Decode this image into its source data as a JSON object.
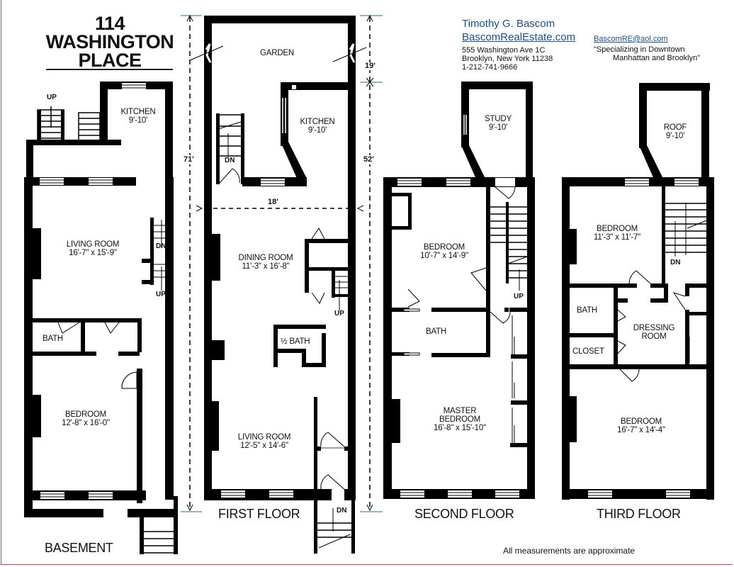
{
  "title": {
    "line1": "114",
    "line2": "WASHINGTON",
    "line3": "PLACE"
  },
  "agent": {
    "name": "Timothy G. Bascom",
    "website": "BascomRealEstate.com",
    "email": "BascomRE@aol.com",
    "address_line1": "555 Washington Ave 1C",
    "address_line2": "Brooklyn, New York 11238",
    "phone": "1-212-741-9666",
    "tagline_line1": "\"Specializing in Downtown",
    "tagline_line2": "Manhattan and Brooklyn\"",
    "brand_color": "#1a4f8a"
  },
  "floors": {
    "basement": {
      "label": "BASEMENT",
      "rooms": {
        "kitchen": {
          "name": "KITCHEN",
          "size": "9'-10'"
        },
        "living": {
          "name": "LIVING ROOM",
          "size": "16'-7\" x 15'-9\""
        },
        "bath": {
          "name": "BATH"
        },
        "bedroom": {
          "name": "BEDROOM",
          "size": "12'-8\" x 16'-0\""
        }
      },
      "stairs": {
        "up_top": "UP",
        "dn": "DN",
        "up": "UP"
      }
    },
    "first": {
      "label": "FIRST FLOOR",
      "rooms": {
        "garden": {
          "name": "GARDEN"
        },
        "kitchen": {
          "name": "KITCHEN",
          "size": "9'-10'"
        },
        "dining": {
          "name": "DINING ROOM",
          "size": "11'-3\" x 16'-8\""
        },
        "half_bath": {
          "name": "½ BATH"
        },
        "living": {
          "name": "LIVING ROOM",
          "size": "12'-5\" x 14'-6\""
        }
      },
      "stairs": {
        "dn_top": "DN",
        "up": "UP",
        "dn_bottom": "DN"
      }
    },
    "second": {
      "label": "SECOND FLOOR",
      "rooms": {
        "study": {
          "name": "STUDY",
          "size": "9'-10'"
        },
        "bedroom": {
          "name": "BEDROOM",
          "size": "10'-7\" x 14'-9\""
        },
        "bath": {
          "name": "BATH"
        },
        "master": {
          "name_line1": "MASTER",
          "name_line2": "BEDROOM",
          "size": "16'-8\" x 15'-10\""
        }
      },
      "stairs": {
        "up": "UP"
      }
    },
    "third": {
      "label": "THIRD FLOOR",
      "rooms": {
        "roof": {
          "name": "ROOF",
          "size": "9'-10'"
        },
        "bedroom_top": {
          "name": "BEDROOM",
          "size": "11'-3\" x 11'-7\""
        },
        "bath": {
          "name": "BATH"
        },
        "dressing": {
          "name_line1": "DRESSING",
          "name_line2": "ROOM"
        },
        "closet": {
          "name": "CLOSET"
        },
        "bedroom_bottom": {
          "name": "BEDROOM",
          "size": "16'-7\" x 14'-4\""
        }
      },
      "stairs": {
        "dn": "DN"
      }
    }
  },
  "dimensions": {
    "total_depth": "71'",
    "garden_depth": "19'",
    "house_depth": "52'",
    "width": "18'"
  },
  "footer": {
    "note": "All measurements are approximate"
  }
}
